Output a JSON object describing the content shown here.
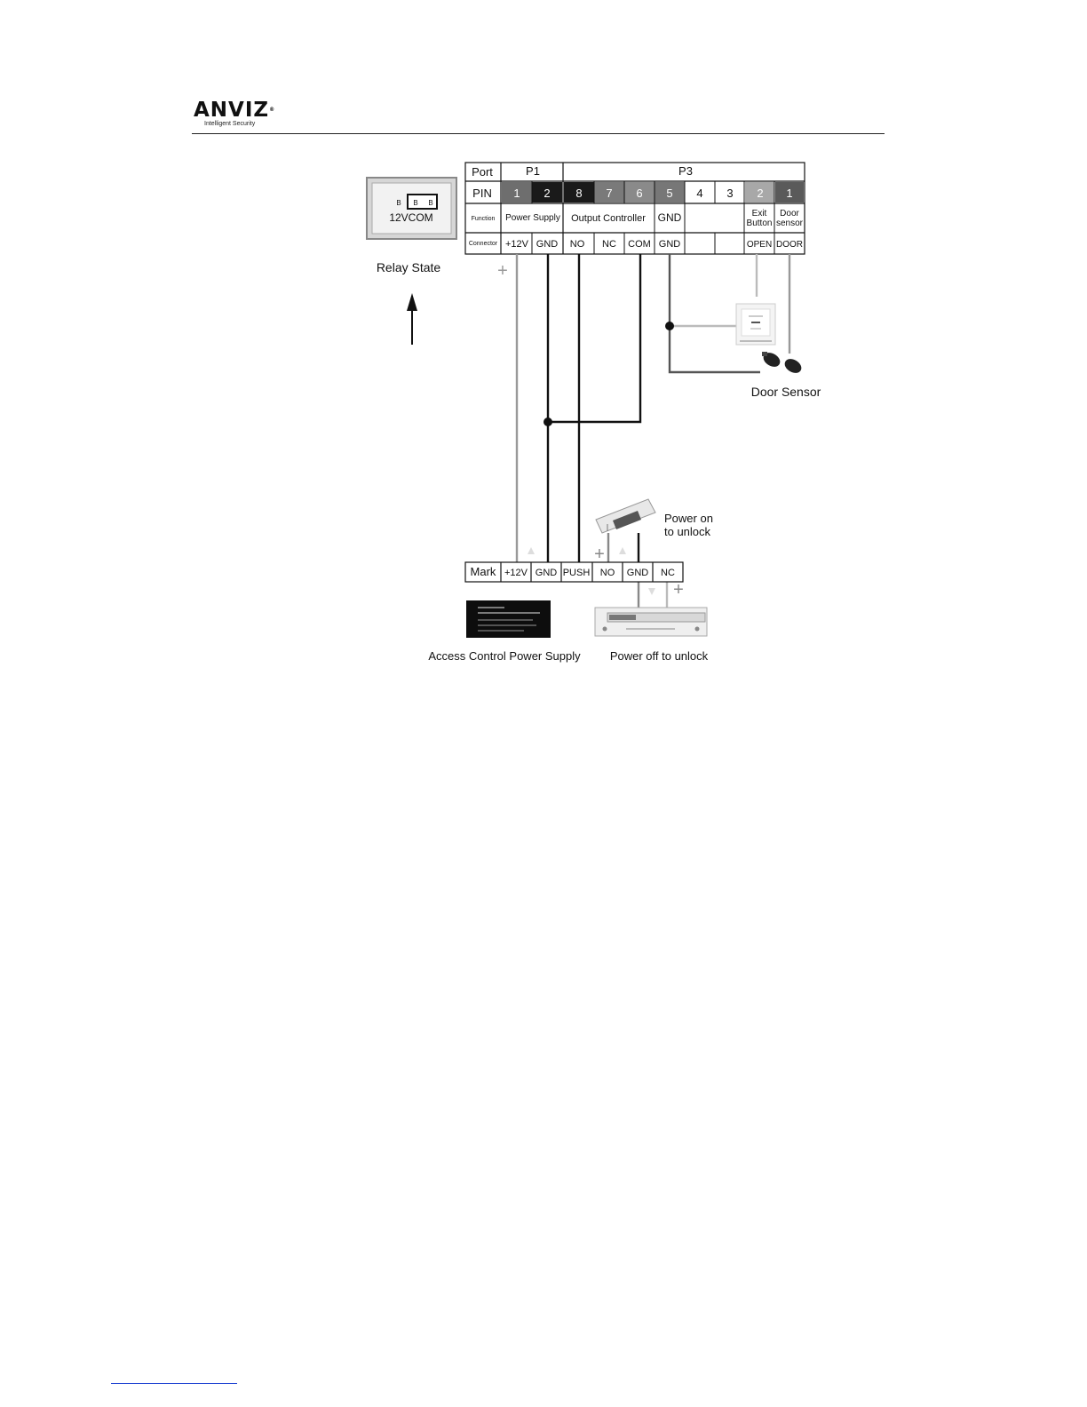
{
  "header": {
    "brand": "ANVIZ",
    "trademark": "®",
    "tagline": "Intelligent Security"
  },
  "relay": {
    "label": "12VCOM",
    "pins": [
      "B",
      "B",
      "B"
    ],
    "state_label": "Relay State"
  },
  "port_table": {
    "row_labels": [
      "Port",
      "PIN",
      "Function",
      "Connector"
    ],
    "ports": [
      "P1",
      "P3"
    ],
    "pins": [
      "1",
      "2",
      "8",
      "7",
      "6",
      "5",
      "4",
      "3",
      "2",
      "1"
    ],
    "functions": [
      "Power Supply",
      "Output Controller",
      "GND",
      "Exit",
      "Button",
      "Door",
      "sensor"
    ],
    "connectors": [
      "+12V",
      "GND",
      "NO",
      "NC",
      "COM",
      "GND",
      "",
      "",
      "OPEN",
      "DOOR"
    ]
  },
  "components": {
    "door_sensor": "Door Sensor",
    "power_on_unlock_line1": "Power on",
    "power_on_unlock_line2": "to unlock",
    "power_off_unlock": "Power off to unlock",
    "power_supply": "Access Control Power Supply"
  },
  "mark_table": {
    "label": "Mark",
    "cells": [
      "+12V",
      "GND",
      "PUSH",
      "NO",
      "GND",
      "NC"
    ]
  },
  "symbols": {
    "plus": "+"
  }
}
